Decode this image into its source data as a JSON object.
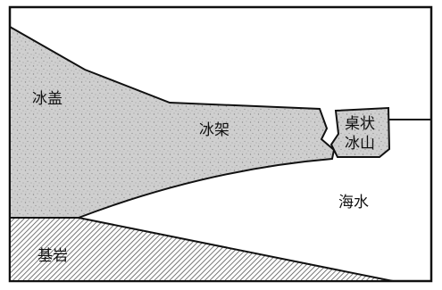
{
  "labels": {
    "ice_cap": "冰盖",
    "ice_shelf": "冰架",
    "tabular_iceberg_line1": "桌状",
    "tabular_iceberg_line2": "冰山",
    "seawater": "海水",
    "bedrock": "基岩"
  },
  "colors": {
    "ice": "#cfcfcf",
    "ice_speckle": "#8a8a8a",
    "bedrock_hatch": "#555555",
    "outline": "#111111",
    "background": "#ffffff"
  }
}
